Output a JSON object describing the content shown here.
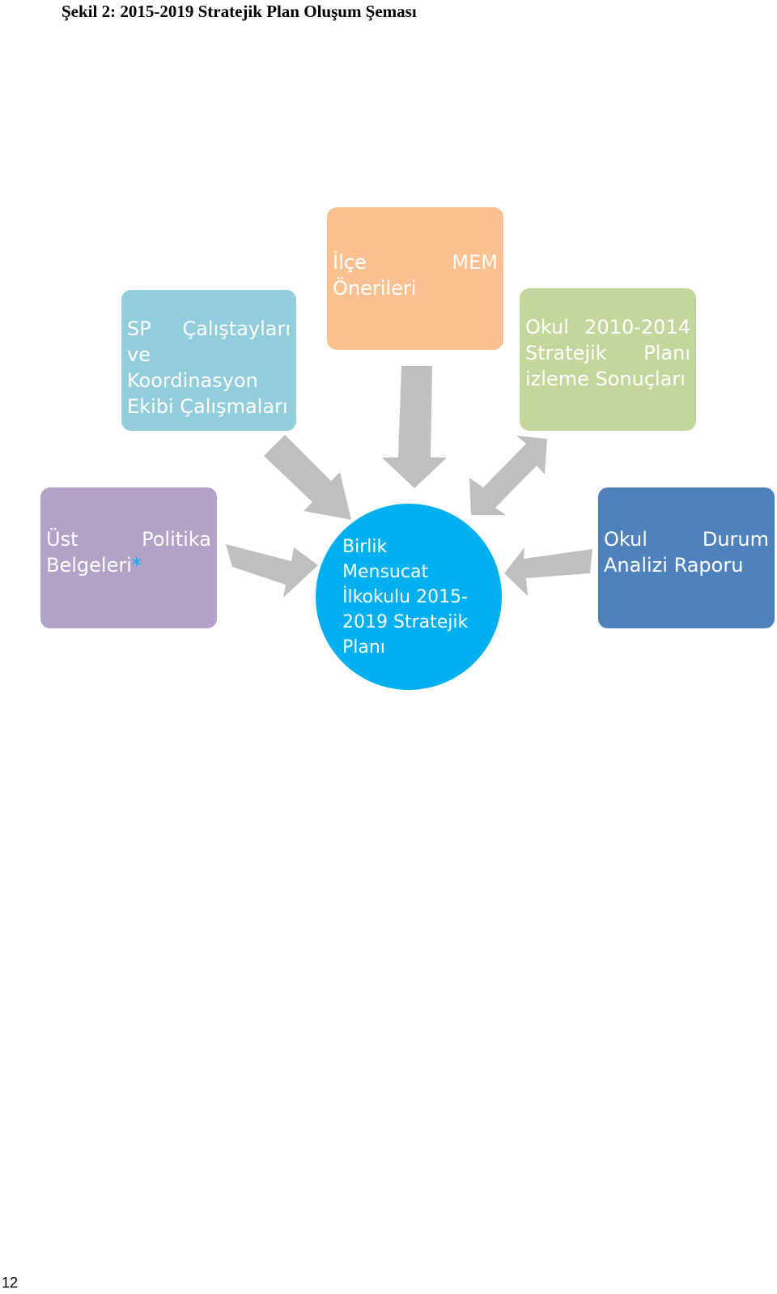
{
  "title": "Şekil 2: 2015-2019 Stratejik Plan Oluşum Şeması",
  "page_number": "12",
  "colors": {
    "sp_box": "#92cddc",
    "ilce_box": "#fac090",
    "okul_izleme_box": "#c3d69b",
    "ust_box": "#b2a2c7",
    "durum_box": "#4f81bd",
    "center": "#00b0f0",
    "arrow": "#bfbfbf"
  },
  "nodes": {
    "sp": {
      "lines": [
        "SP Çalıştayları ve",
        "Koordinasyon",
        "Ekibi Çalışmaları"
      ]
    },
    "ilce": {
      "line1_a": "İlçe",
      "line1_b": "MEM",
      "line2": "Önerileri"
    },
    "okul_izleme": {
      "line1_a": "Okul",
      "line1_b": "2010-2014",
      "line2_a": "Stratejik",
      "line2_b": "Planı",
      "line3": "izleme Sonuçları"
    },
    "ust": {
      "line1_a": "Üst",
      "line1_b": "Politika",
      "line2": "Belgeleri",
      "asterisk": "*"
    },
    "durum": {
      "line1_a": "Okul",
      "line1_b": "Durum",
      "line2": "Analizi Raporu"
    },
    "center": {
      "lines": [
        "Birlik",
        "Mensucat",
        "İlkokulu 2015-",
        "2019 Stratejik",
        "Planı"
      ]
    }
  }
}
